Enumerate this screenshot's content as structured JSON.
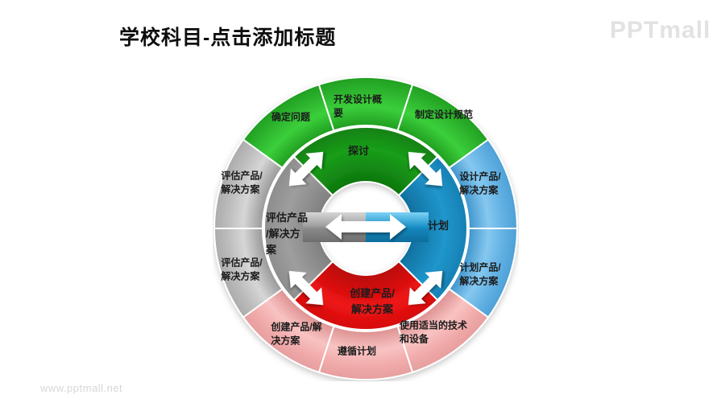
{
  "page": {
    "title": "学校科目-点击添加标题",
    "brand": "PPTmall",
    "watermark": "www.pptmall.net"
  },
  "diagram": {
    "type": "circular-process-wheel",
    "colors": {
      "outer_green": "#2eb52e",
      "inner_green": "#128512",
      "outer_blue": "#63b1e3",
      "inner_blue": "#1a86ba",
      "outer_pink": "#f1abab",
      "inner_red": "#e01010",
      "outer_gray": "#bdbdbd",
      "inner_gray": "#8d8d8d",
      "arrow": "#ffffff"
    },
    "outer_segments": [
      {
        "id": "green-1",
        "label": "确定问题",
        "color": "#2eb52e"
      },
      {
        "id": "green-2",
        "label": "开发设计概\n要",
        "color": "#2eb52e"
      },
      {
        "id": "green-3",
        "label": "制定设计规范",
        "color": "#2eb52e"
      },
      {
        "id": "blue-1",
        "label": "设计产品/\n解决方案",
        "color": "#63b1e3"
      },
      {
        "id": "blue-2",
        "label": "计划产品/\n解决方案",
        "color": "#63b1e3"
      },
      {
        "id": "pink-1",
        "label": "使用适当的技术\n和设备",
        "color": "#f1abab"
      },
      {
        "id": "pink-2",
        "label": "遵循计划",
        "color": "#f1abab"
      },
      {
        "id": "pink-3",
        "label": "创建产品/解\n决方案",
        "color": "#f1abab"
      },
      {
        "id": "gray-1",
        "label": "评估产品/\n解决方案",
        "color": "#bdbdbd"
      },
      {
        "id": "gray-2",
        "label": "评估产品/\n解决方案",
        "color": "#bdbdbd"
      }
    ],
    "inner_segments": [
      {
        "id": "discuss",
        "label": "探讨",
        "color": "#128512"
      },
      {
        "id": "plan",
        "label": "计划",
        "color": "#1a86ba"
      },
      {
        "id": "create",
        "label": "创建产品/\n解决方案",
        "color": "#e01010"
      },
      {
        "id": "evaluate",
        "label": "评估产品\n/解决方\n案",
        "color": "#8d8d8d"
      }
    ]
  }
}
